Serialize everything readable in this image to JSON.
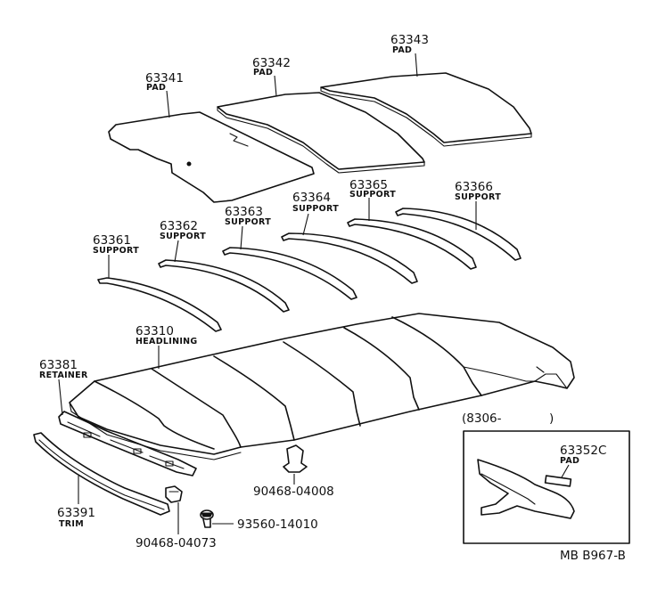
{
  "parts": {
    "pad_63341": {
      "number": "63341",
      "name": "PAD"
    },
    "pad_63342": {
      "number": "63342",
      "name": "PAD"
    },
    "pad_63343": {
      "number": "63343",
      "name": "PAD"
    },
    "support_63361": {
      "number": "63361",
      "name": "SUPPORT"
    },
    "support_63362": {
      "number": "63362",
      "name": "SUPPORT"
    },
    "support_63363": {
      "number": "63363",
      "name": "SUPPORT"
    },
    "support_63364": {
      "number": "63364",
      "name": "SUPPORT"
    },
    "support_63365": {
      "number": "63365",
      "name": "SUPPORT"
    },
    "support_63366": {
      "number": "63366",
      "name": "SUPPORT"
    },
    "headlining_63310": {
      "number": "63310",
      "name": "HEADLINING"
    },
    "retainer_63381": {
      "number": "63381",
      "name": "RETAINER"
    },
    "trim_63391": {
      "number": "63391",
      "name": "TRIM"
    },
    "clip_9046804008": {
      "number": "90468-04008"
    },
    "clip_9046804073": {
      "number": "90468-04073"
    },
    "screw_9356014010": {
      "number": "93560-14010"
    },
    "pad_63352c": {
      "number": "63352C",
      "name": "PAD"
    }
  },
  "inset": {
    "range_label": "(8306-",
    "range_close": ")"
  },
  "drawing_code": "MB B967-B"
}
